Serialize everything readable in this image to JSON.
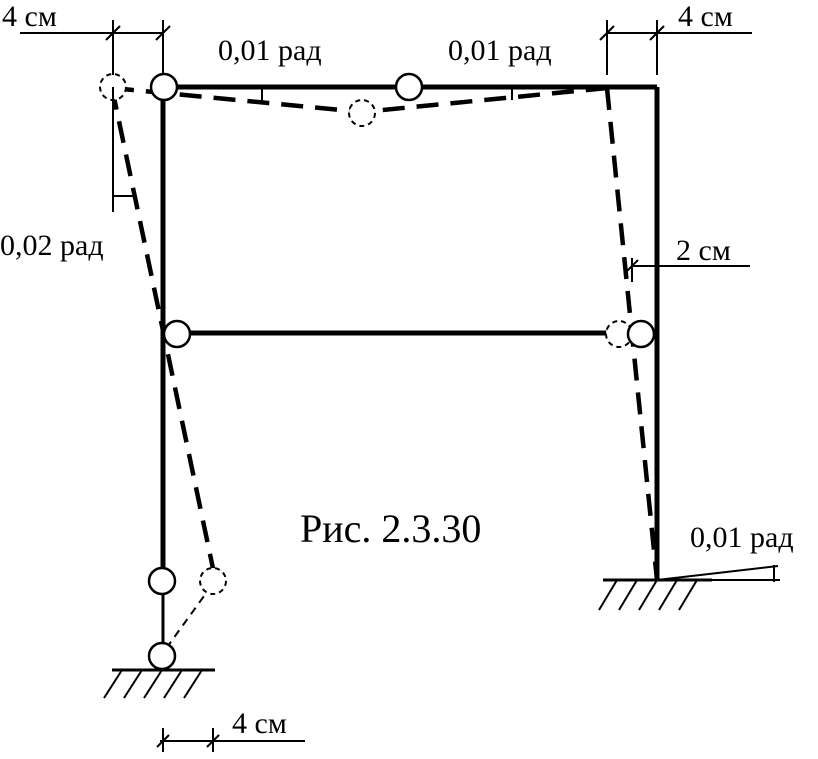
{
  "figure": {
    "caption": "Рис. 2.3.30",
    "labels": {
      "shift_top_left": "4 см",
      "shift_top_right": "4 см",
      "beam_rotation_left": "0,01 рад",
      "beam_rotation_right": "0,01 рад",
      "column_rotation_left": "0,02 рад",
      "shift_mid_right": "2 см",
      "support_rotation_right": "0,01 рад",
      "shift_bottom": "4 см"
    }
  }
}
